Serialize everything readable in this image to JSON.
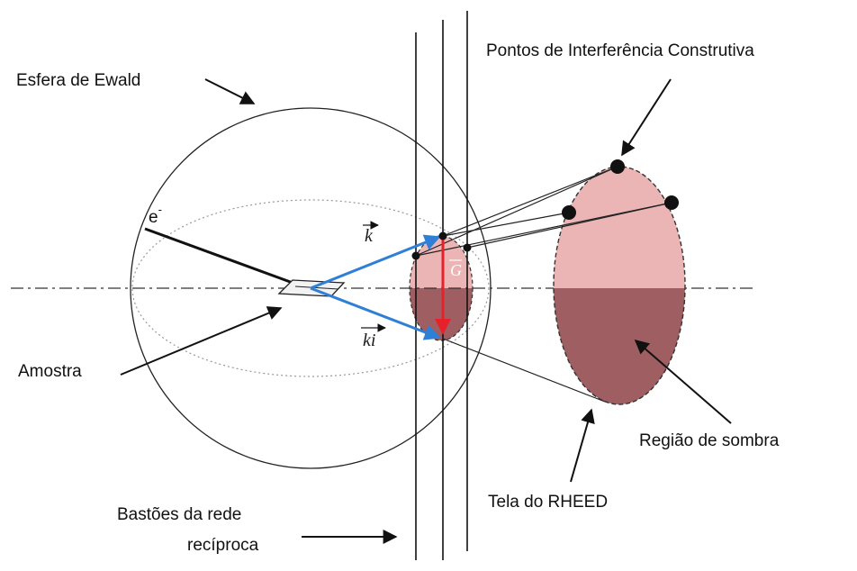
{
  "labels": {
    "ewald_sphere": "Esfera de Ewald",
    "constructive_points": "Pontos de Interferência Construtiva",
    "sample": "Amostra",
    "shadow_region": "Região de sombra",
    "rheed_screen": "Tela do RHEED",
    "reciprocal_rods_line1": "Bastões da rede",
    "reciprocal_rods_line2": "recíproca"
  },
  "vectors": {
    "k": "k",
    "ki": "ki",
    "G": "G",
    "electron": "e",
    "electron_sup": "-"
  },
  "colors": {
    "scattered_vector": "#2e7fd6",
    "reciprocal_vector": "#e8202a",
    "screen_upper": "#ebb5b5",
    "screen_lower": "#9e5e62"
  }
}
